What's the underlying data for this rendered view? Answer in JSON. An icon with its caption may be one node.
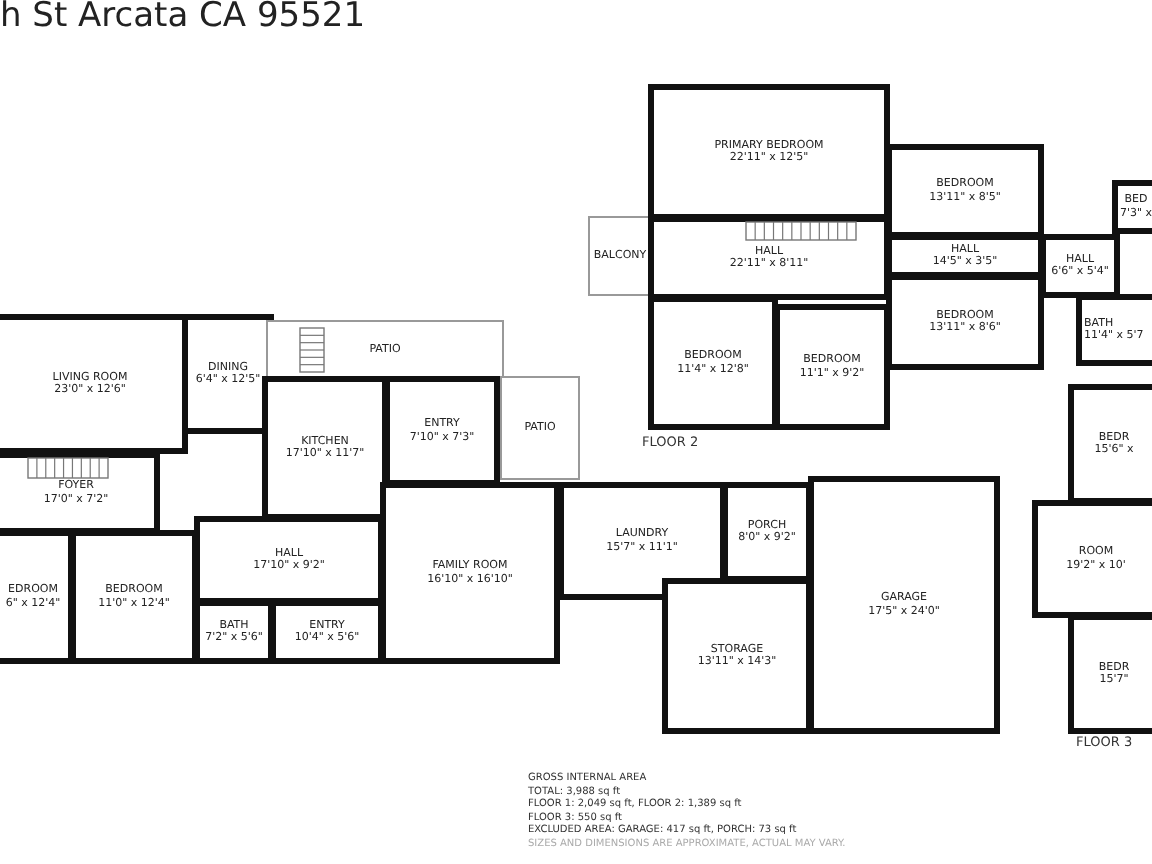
{
  "diagram": {
    "title": "h St Arcata CA 95521",
    "nodes": [
      {
        "text": [
          "PRIMARY BEDROOM",
          "22'11\" x 12'5\""
        ]
      },
      {
        "text": [
          "BEDROOM",
          "13'11\" x 8'5\""
        ]
      },
      {
        "text": [
          "BED",
          "7'3\" x"
        ]
      },
      {
        "text": [
          "BALCONY"
        ]
      },
      {
        "text": [
          "HALL",
          "22'11\" x 8'11\""
        ]
      },
      {
        "text": [
          "HALL",
          "14'5\" x 3'5\""
        ]
      },
      {
        "text": [
          "HALL",
          "6'6\" x 5'4\""
        ]
      },
      {
        "text": [
          "BEDROOM",
          "13'11\" x 8'6\""
        ]
      },
      {
        "text": [
          "BATH",
          "11'4\" x 5'7"
        ]
      },
      {
        "text": [
          "LIVING ROOM",
          "23'0\" x 12'6\""
        ]
      },
      {
        "text": [
          "DINING",
          "6'4\" x 12'5\""
        ]
      },
      {
        "text": [
          "PATIO"
        ]
      },
      {
        "text": [
          "KITCHEN",
          "17'10\" x 11'7\""
        ]
      },
      {
        "text": [
          "ENTRY",
          "7'10\" x 7'3\""
        ]
      },
      {
        "text": [
          "PATIO"
        ]
      },
      {
        "text": [
          "BEDROOM",
          "11'4\" x 12'8\""
        ]
      },
      {
        "text": [
          "BEDROOM",
          "11'1\" x 9'2\""
        ]
      },
      {
        "text": [
          "BEDR",
          "15'6\" x"
        ]
      },
      {
        "text": [
          "FOYER",
          "17'0\" x 7'2\""
        ]
      },
      {
        "text": [
          "LAUNDRY",
          "15'7\" x 11'1\""
        ]
      },
      {
        "text": [
          "PORCH",
          "8'0\" x 9'2\""
        ]
      },
      {
        "text": [
          "HALL",
          "17'10\" x 9'2\""
        ]
      },
      {
        "text": [
          "FAMILY ROOM",
          "16'10\" x 16'10\""
        ]
      },
      {
        "text": [
          "GARAGE",
          "17'5\" x 24'0\""
        ]
      },
      {
        "text": [
          "ROOM",
          "19'2\" x 10'"
        ]
      },
      {
        "text": [
          "EDROOM",
          "6\" x 12'4\""
        ]
      },
      {
        "text": [
          "BEDROOM",
          "11'0\" x 12'4\""
        ]
      },
      {
        "text": [
          "BATH",
          "7'2\" x 5'6\""
        ]
      },
      {
        "text": [
          "ENTRY",
          "10'4\" x 5'6\""
        ]
      },
      {
        "text": [
          "STORAGE",
          "13'11\" x 14'3\""
        ]
      },
      {
        "text": [
          "BEDR",
          "15'7\""
        ]
      }
    ],
    "labels": [
      "FLOOR 2",
      "FLOOR 3",
      "GROSS INTERNAL AREA",
      "TOTAL: 3,988 sq ft",
      "FLOOR 1: 2,049 sq ft, FLOOR 2: 1,389 sq ft",
      "FLOOR 3: 550 sq ft",
      "EXCLUDED AREA: GARAGE: 417 sq ft, PORCH: 73 sq ft",
      "SIZES AND DIMENSIONS ARE APPROXIMATE, ACTUAL MAY VARY."
    ]
  }
}
